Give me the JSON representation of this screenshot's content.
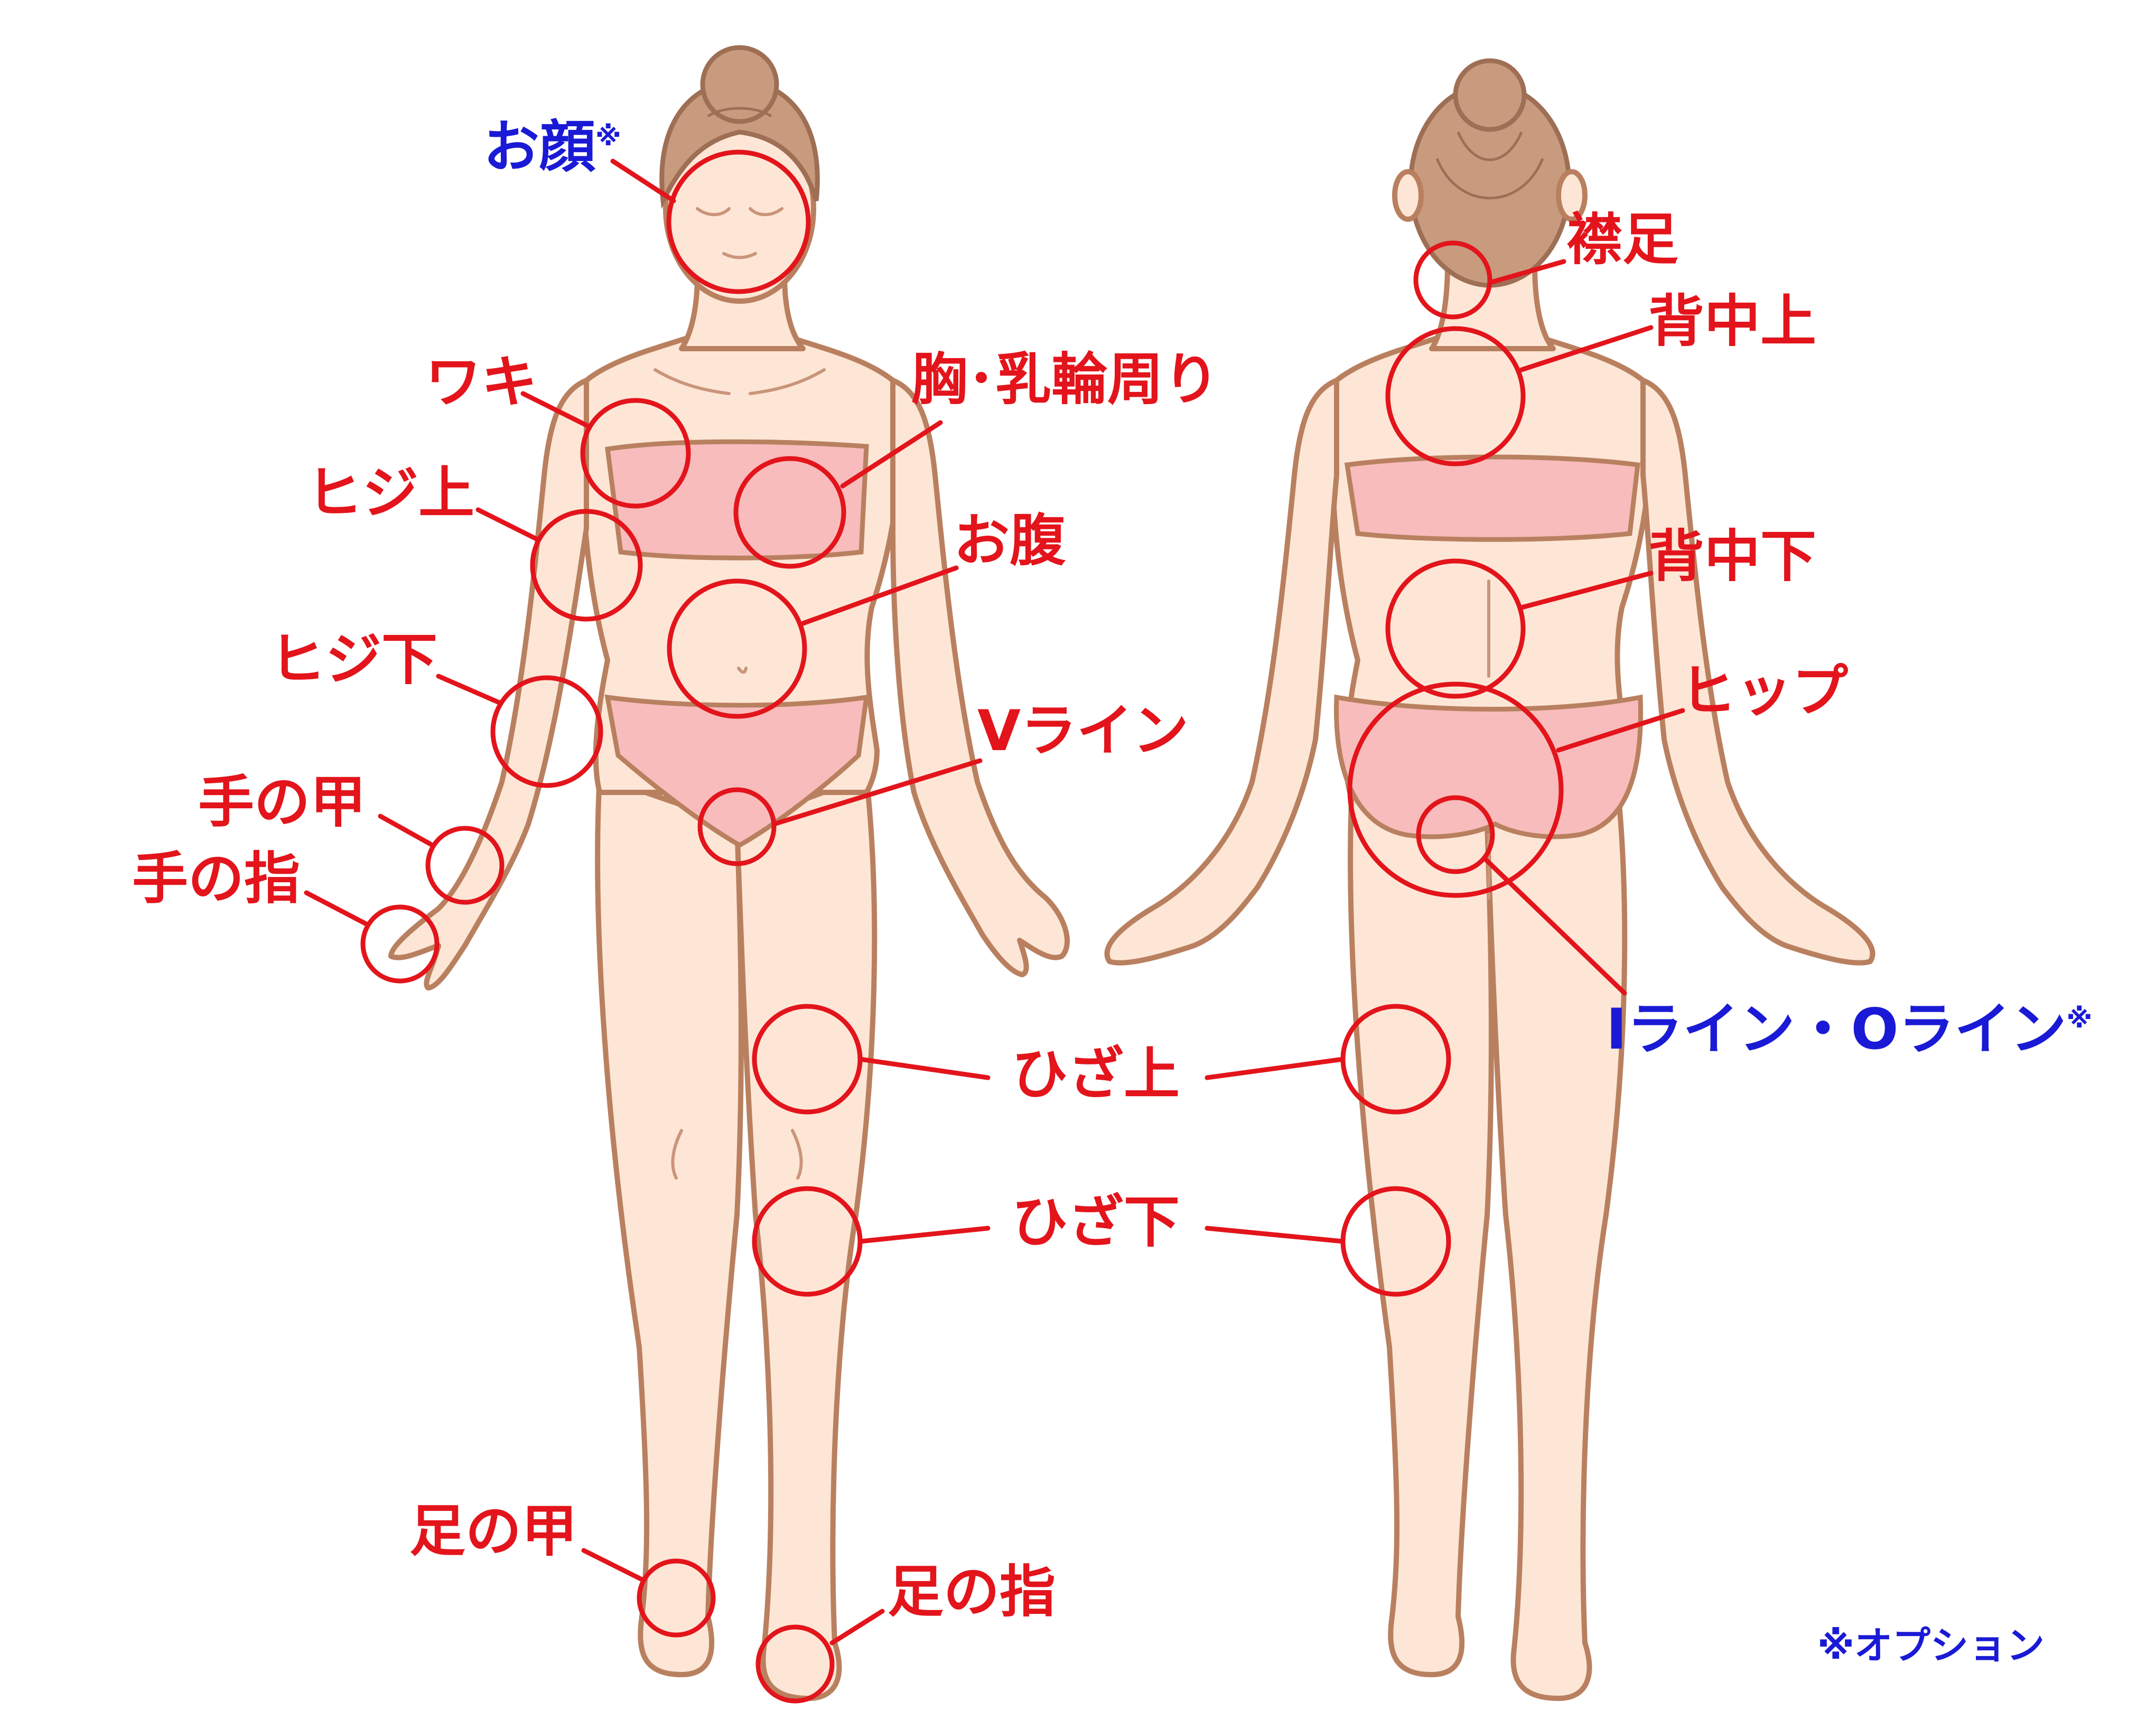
{
  "labels": {
    "face": "お顔",
    "face_mark": "※",
    "armpit": "ワキ",
    "upper_elbow": "ヒジ上",
    "lower_elbow": "ヒジ下",
    "back_of_hand": "手の甲",
    "fingers": "手の指",
    "chest": "胸･乳輪周り",
    "abdomen": "お腹",
    "v_line": "Vライン",
    "above_knee": "ひざ上",
    "below_knee": "ひざ下",
    "top_of_foot": "足の甲",
    "toes": "足の指",
    "nape": "襟足",
    "upper_back": "背中上",
    "lower_back": "背中下",
    "hip": "ヒップ",
    "io_line": "Iライン・Oライン",
    "io_mark": "※"
  },
  "footnote": "※オプション",
  "colors": {
    "marker": "#e3141b",
    "option_text": "#1a1ad6",
    "skin": "#fde6d6",
    "outline": "#b98060",
    "hair": "#c99b7e",
    "underwear": "#f8bcbc"
  }
}
